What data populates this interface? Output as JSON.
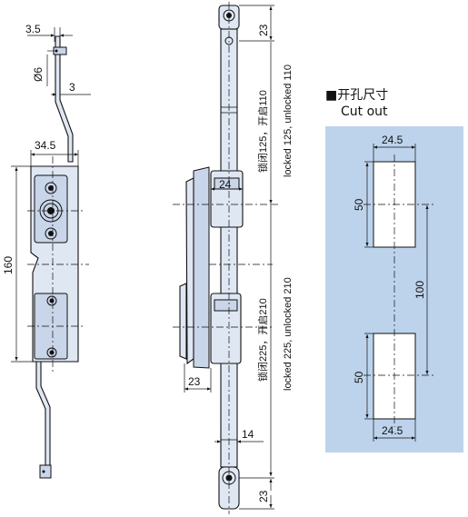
{
  "dimensions": {
    "d_3_5": "3.5",
    "d_phi6": "Ø6",
    "d_3": "3",
    "d_34_5": "34.5",
    "d_160": "160",
    "d_23_top": "23",
    "d_24": "24",
    "d_23_left": "23",
    "d_14": "14",
    "d_23_bottom": "23",
    "d_cut_24_5_top": "24.5",
    "d_cut_50_top": "50",
    "d_cut_100": "100",
    "d_cut_50_bottom": "50",
    "d_cut_24_5_bottom": "24.5"
  },
  "notes": {
    "upper_cn": "锁闭125，开启110",
    "upper_en": "locked 125, unlocked 110",
    "lower_cn": "锁闭225，开启210",
    "lower_en": "locked 225, unlocked 210"
  },
  "cutout": {
    "title_cn": "■开孔尺寸",
    "title_en": "Cut out",
    "panel_color": "#bdd3ec"
  }
}
